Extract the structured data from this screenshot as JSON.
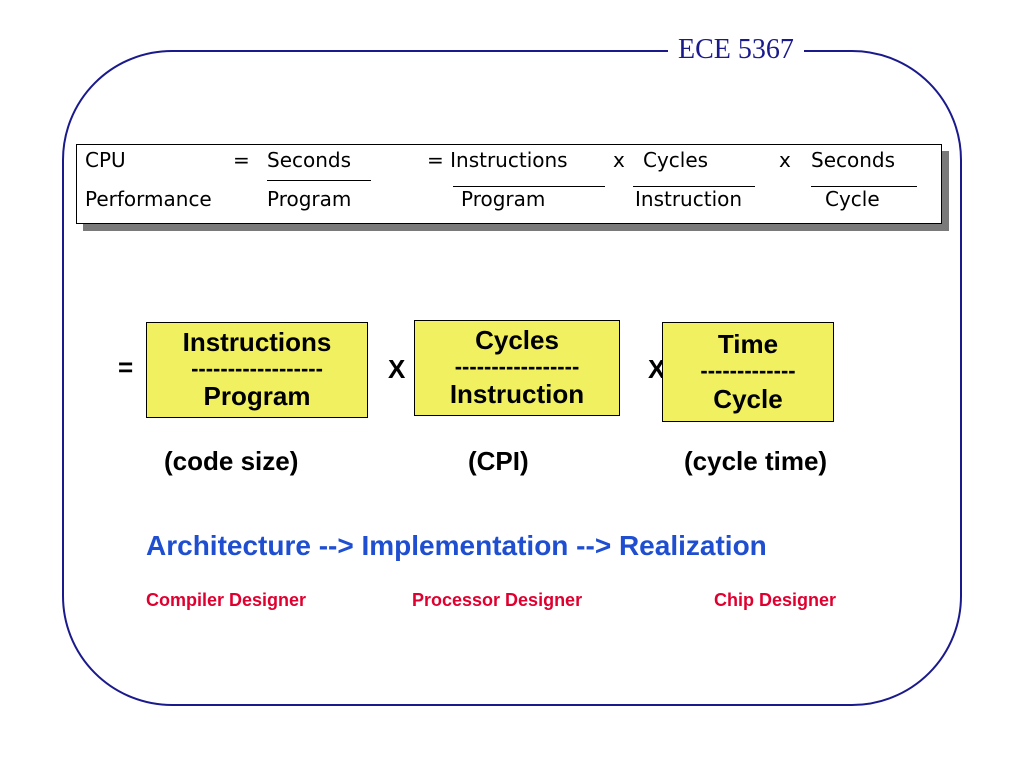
{
  "header": {
    "course": "ECE 5367"
  },
  "equation": {
    "lhs_top": "CPU",
    "lhs_bottom": "Performance",
    "eq1": "=",
    "seconds_top": "Seconds",
    "program_bottom": "Program",
    "eq2": "= Instructions",
    "program_bottom2": "Program",
    "times1": "x",
    "cycles_top": "Cycles",
    "instruction_bottom": "Instruction",
    "times2": "x",
    "seconds_top2": "Seconds",
    "cycle_bottom": "Cycle"
  },
  "boxes": {
    "equals": "=",
    "times": "X",
    "items": [
      {
        "numerator": "Instructions",
        "dashes": "------------------",
        "denominator": "Program",
        "caption": "(code size)"
      },
      {
        "numerator": "Cycles",
        "dashes": "-----------------",
        "denominator": "Instruction",
        "caption": "(CPI)"
      },
      {
        "numerator": "Time",
        "dashes": "-------------",
        "denominator": "Cycle",
        "caption": "(cycle time)"
      }
    ]
  },
  "flow": {
    "text": "Architecture --> Implementation --> Realization"
  },
  "roles": [
    "Compiler Designer",
    "Processor Designer",
    "Chip Designer"
  ],
  "colors": {
    "frame": "#1a1a8c",
    "box_fill": "#f0f060",
    "flow_text": "#1f4fd0",
    "role_text": "#e00030"
  }
}
